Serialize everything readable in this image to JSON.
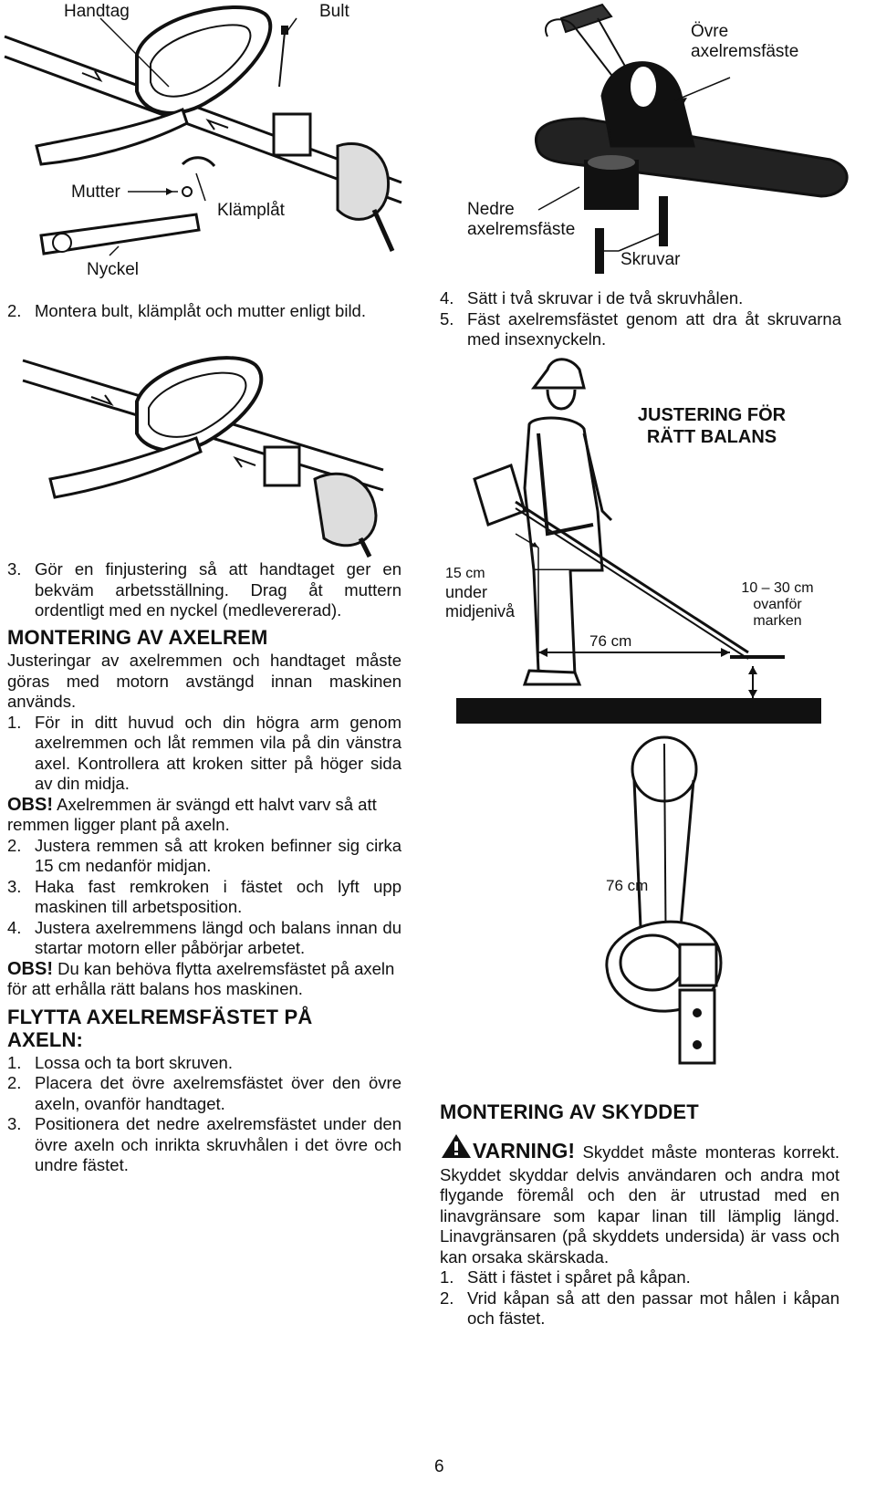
{
  "labels": {
    "handle": "Handtag",
    "bolt": "Bult",
    "nut": "Mutter",
    "clamp_plate": "Klämplåt",
    "wrench": "Nyckel",
    "upper_mount": "Övre axelremsfäste",
    "lower_mount": "Nedre axelremsfäste",
    "screws": "Skruvar"
  },
  "left_column": {
    "step2": {
      "num": "2.",
      "text": "Montera bult, klämplåt och mutter enligt bild."
    },
    "step3": {
      "num": "3.",
      "text": "Gör en finjustering så att handtaget ger en bekväm arbetsställning. Drag åt muttern ordentligt med en nyckel (medlevererad)."
    },
    "harness_heading": "MONTERING AV AXELREM",
    "harness_intro": "Justeringar av axelremmen och handtaget måste göras med motorn avstängd innan maskinen används.",
    "harness_steps_a": [
      {
        "num": "1.",
        "text": "För in ditt huvud och din högra arm genom axelremmen och låt remmen vila på din vänstra axel. Kontrollera att kroken sitter på höger sida av din midja."
      }
    ],
    "obs1_label": "OBS!",
    "obs1_text": " Axelremmen är svängd ett halvt varv så att remmen ligger plant på axeln.",
    "harness_steps_b": [
      {
        "num": "2.",
        "text": "Justera remmen så att kroken befinner sig cirka 15 cm nedanför midjan."
      },
      {
        "num": "3.",
        "text": "Haka fast remkroken i fästet och lyft upp maskinen till arbetsposition."
      },
      {
        "num": "4.",
        "text": "Justera axelremmens längd och balans innan du startar motorn eller påbörjar arbetet."
      }
    ],
    "obs2_label": "OBS!",
    "obs2_text": " Du kan behöva flytta axelremsfästet på axeln för att erhålla rätt balans hos maskinen.",
    "move_heading": "FLYTTA AXELREMSFÄSTET PÅ AXELN:",
    "move_steps": [
      {
        "num": "1.",
        "text": "Lossa och ta bort skruven."
      },
      {
        "num": "2.",
        "text": "Placera det övre axelremsfästet över den övre axeln, ovanför handtaget."
      },
      {
        "num": "3.",
        "text": "Positionera det nedre axelremsfästet under den övre axeln och inrikta skruvhålen i det övre och undre fästet."
      }
    ]
  },
  "right_column": {
    "step4": {
      "num": "4.",
      "text": "Sätt i två skruvar i de två skruvhålen."
    },
    "step5": {
      "num": "5.",
      "text": "Fäst axelremsfästet genom att dra åt skruvarna med insexnyckeln."
    },
    "balance_heading_1": "JUSTERING FÖR",
    "balance_heading_2": "RÄTT BALANS",
    "dim_waist_1": "15 cm",
    "dim_waist_2": "under",
    "dim_waist_3": "midjenivå",
    "dim_ground_1": "10 – 30 cm",
    "dim_ground_2": "ovanför",
    "dim_ground_3": "marken",
    "dim_length_side": "76 cm",
    "dim_length_top": "76 cm",
    "guard_heading": "MONTERING AV SKYDDET",
    "warning_word": "VARNING!",
    "warning_text": " Skyddet måste monteras korrekt. Skyddet skyddar delvis användaren och andra mot flygande föremål och den är utrustad med en linavgränsare som kapar linan till lämplig längd. Linavgränsaren (på skyddets undersida) är vass och kan orsaka skärskada.",
    "guard_steps": [
      {
        "num": "1.",
        "text": "Sätt i fästet i spåret på kåpan."
      },
      {
        "num": "2.",
        "text": "Vrid kåpan så att den passar mot hålen i kåpan och fästet."
      }
    ]
  },
  "page_number": "6"
}
